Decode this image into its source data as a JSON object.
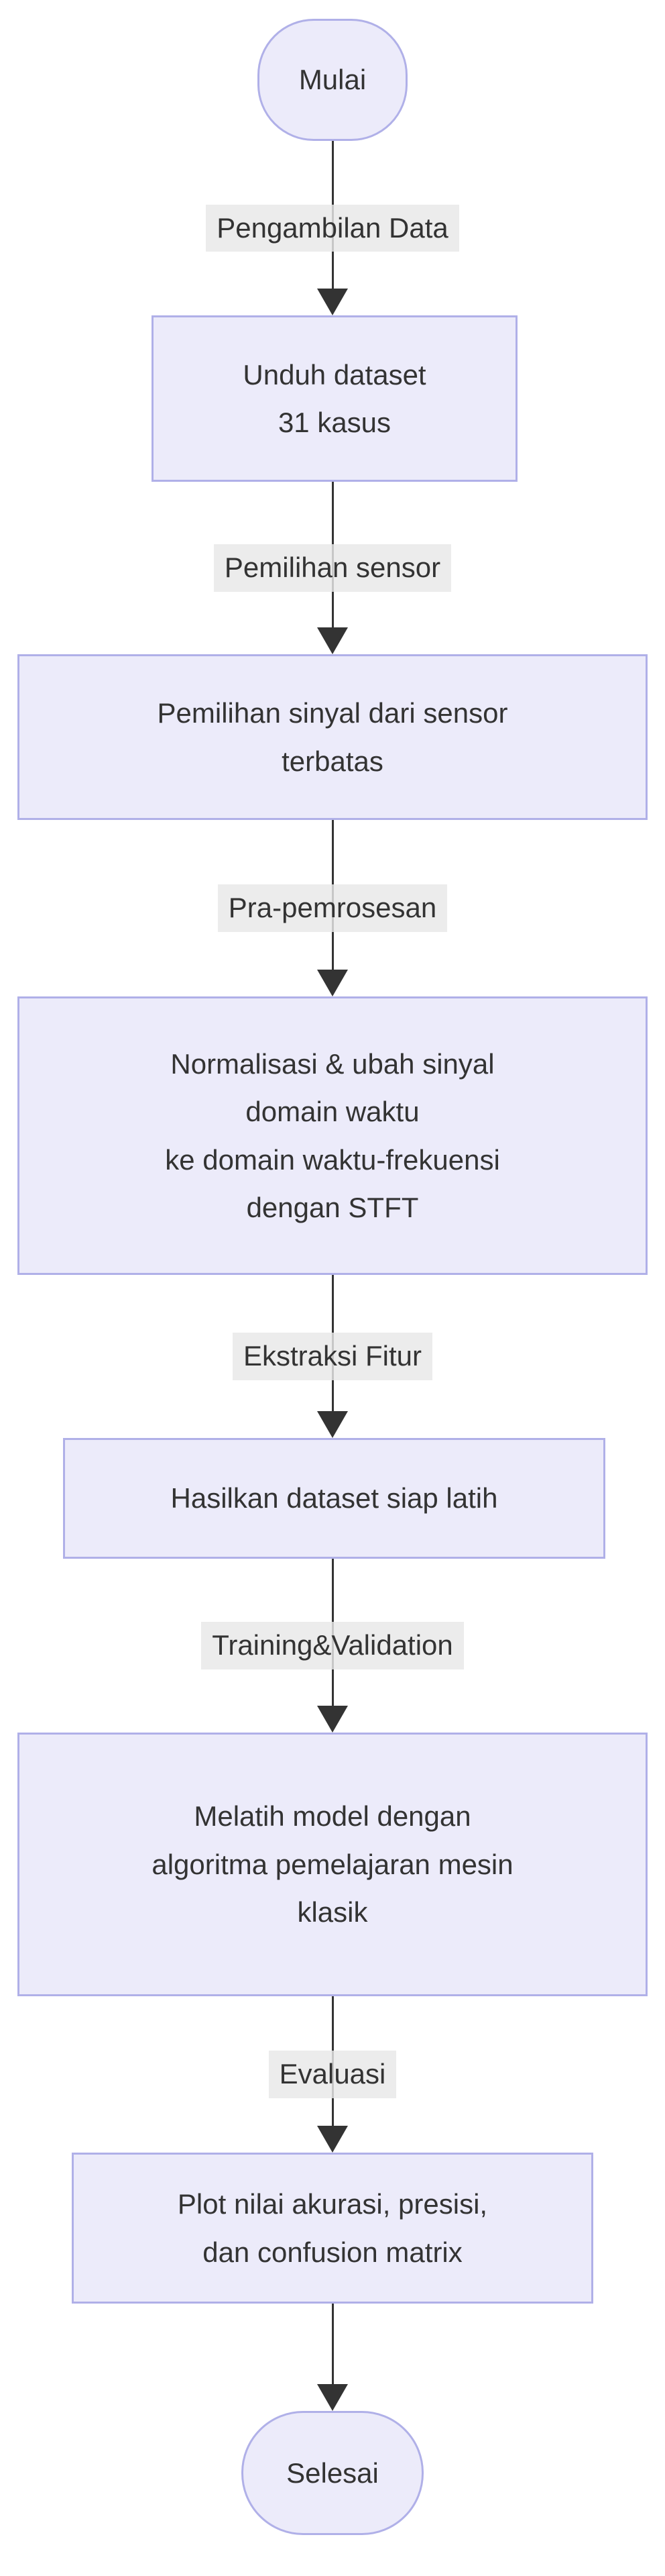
{
  "diagram": {
    "type": "flowchart",
    "direction": "top-down",
    "colors": {
      "node_fill": "#ecebfa",
      "node_border": "#b0b0e8",
      "edge_label_bg": "rgba(232,232,232,0.82)",
      "arrow_color": "#333333",
      "text_color": "#333333",
      "background": "#ffffff"
    },
    "nodes": [
      {
        "id": "start",
        "type": "stadium",
        "label": "Mulai"
      },
      {
        "id": "download",
        "type": "process",
        "label": "Unduh dataset\n31 kasus"
      },
      {
        "id": "select",
        "type": "process",
        "label": "Pemilihan sinyal dari sensor\nterbatas"
      },
      {
        "id": "preprocess",
        "type": "process",
        "label": "Normalisasi & ubah sinyal\ndomain waktu\nke domain waktu-frekuensi\ndengan STFT"
      },
      {
        "id": "dataset",
        "type": "process",
        "label": "Hasilkan dataset siap latih"
      },
      {
        "id": "train",
        "type": "process",
        "label": "Melatih model dengan\nalgoritma pemelajaran mesin\nklasik"
      },
      {
        "id": "plot",
        "type": "process",
        "label": "Plot nilai akurasi, presisi,\ndan confusion matrix"
      },
      {
        "id": "end",
        "type": "stadium",
        "label": "Selesai"
      }
    ],
    "edges": [
      {
        "from": "start",
        "to": "download",
        "label": "Pengambilan Data"
      },
      {
        "from": "download",
        "to": "select",
        "label": "Pemilihan sensor"
      },
      {
        "from": "select",
        "to": "preprocess",
        "label": "Pra-pemrosesan"
      },
      {
        "from": "preprocess",
        "to": "dataset",
        "label": "Ekstraksi Fitur"
      },
      {
        "from": "dataset",
        "to": "train",
        "label": "Training&Validation"
      },
      {
        "from": "train",
        "to": "plot",
        "label": "Evaluasi"
      },
      {
        "from": "plot",
        "to": "end",
        "label": ""
      }
    ]
  }
}
